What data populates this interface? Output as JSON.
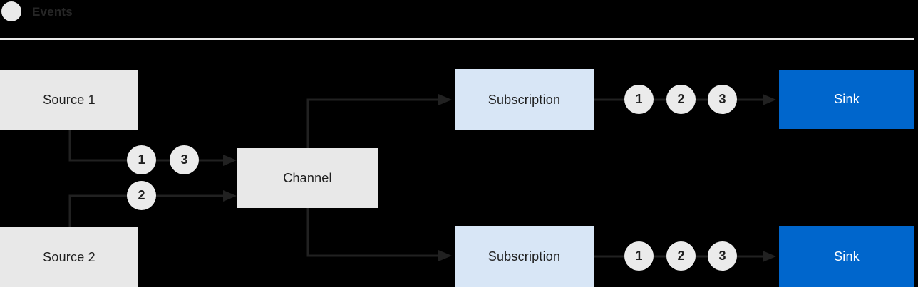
{
  "legend": {
    "label": "Events"
  },
  "nodes": {
    "source1": {
      "label": "Source 1"
    },
    "source2": {
      "label": "Source 2"
    },
    "channel": {
      "label": "Channel"
    },
    "subscription_top": {
      "label": "Subscription"
    },
    "subscription_bottom": {
      "label": "Subscription"
    },
    "sink_top": {
      "label": "Sink"
    },
    "sink_bottom": {
      "label": "Sink"
    }
  },
  "events": {
    "source1_to_channel": [
      "1",
      "3"
    ],
    "source2_to_channel": [
      "2"
    ],
    "subscription_top_to_sink": [
      "1",
      "2",
      "3"
    ],
    "subscription_bottom_to_sink": [
      "1",
      "2",
      "3"
    ]
  },
  "colors": {
    "background": "#000000",
    "node_gray": "#e8e8e8",
    "event_circle_gray": "#ebebeb",
    "subscription_blue": "#d8e6f6",
    "sink_blue": "#0066cc",
    "wire_dark": "#212121",
    "text_dark": "#1f1f1f",
    "sink_text": "#ffffff",
    "divider_light": "#ebebeb"
  }
}
